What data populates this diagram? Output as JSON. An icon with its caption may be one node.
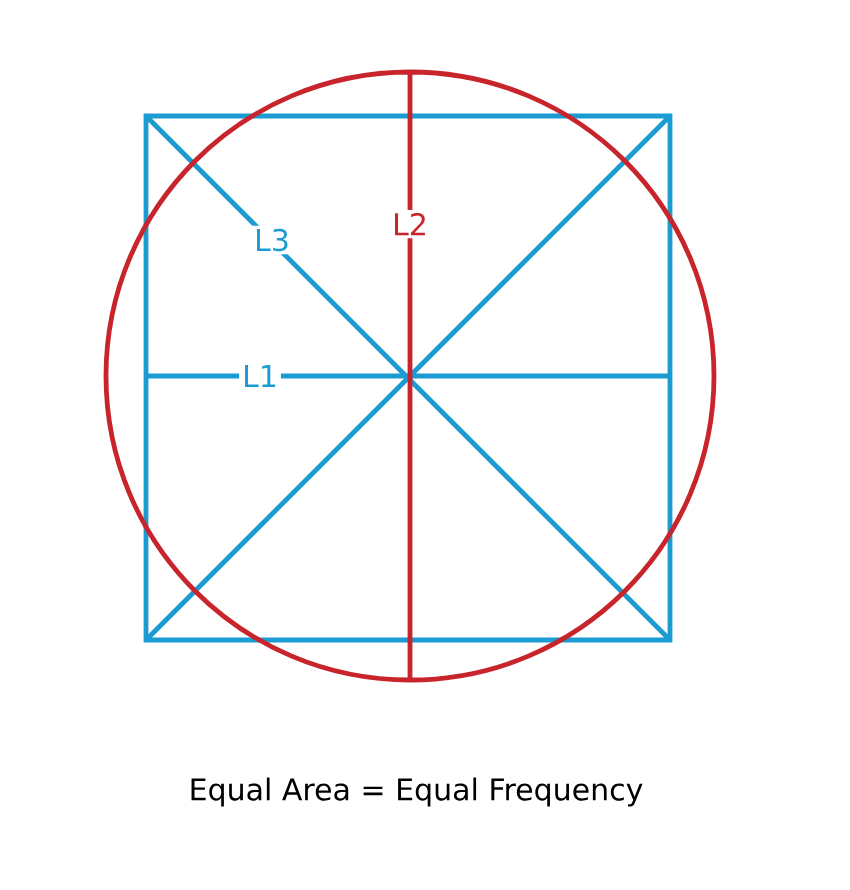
{
  "diagram": {
    "caption": "Equal Area = Equal Frequency",
    "labels": [
      "L3",
      "L2",
      "L1"
    ]
  }
}
